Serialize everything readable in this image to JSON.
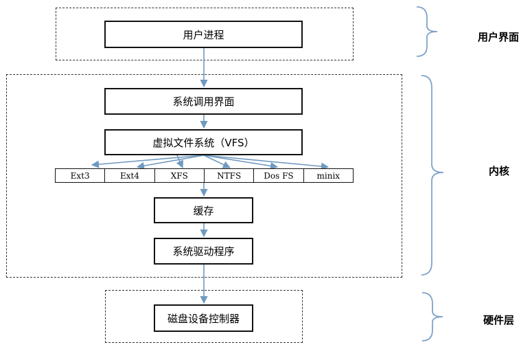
{
  "boxes": {
    "user_process": "用户进程",
    "syscall_interface": "系统调用界面",
    "vfs": "虚拟文件系统（VFS）",
    "cache": "缓存",
    "driver": "系统驱动程序",
    "disk_controller": "磁盘设备控制器"
  },
  "filesystems": [
    "Ext3",
    "Ext4",
    "XFS",
    "NTFS",
    "Dos FS",
    "minix"
  ],
  "layers": {
    "user": "用户界面",
    "kernel": "内核",
    "hardware": "硬件层"
  },
  "colors": {
    "arrow": "#6f9ac0",
    "brace": "#7ea3c8",
    "border": "#111111"
  }
}
